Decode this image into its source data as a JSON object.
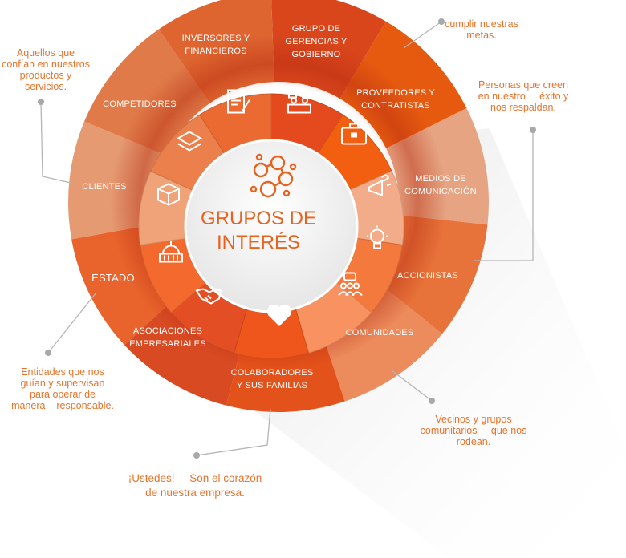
{
  "center": {
    "line1": "GRUPOS DE",
    "line2": "INTERÉS",
    "icon": "network-people-icon"
  },
  "segments": [
    {
      "id": "grupo-gerencias",
      "lines": [
        "GRUPO DE",
        "GERENCIAS Y",
        "GOBIERNO"
      ],
      "icon": "meeting-icon",
      "color": "#d9461c"
    },
    {
      "id": "proveedores",
      "lines": [
        "PROVEEDORES Y",
        "CONTRATISTAS"
      ],
      "icon": "briefcase-icon",
      "color": "#e65a10"
    },
    {
      "id": "medios",
      "lines": [
        "MEDIOS DE",
        "COMUNICACIÓN"
      ],
      "icon": "megaphone-icon",
      "color": "#e6a482"
    },
    {
      "id": "accionistas",
      "lines": [
        "ACCIONISTAS"
      ],
      "icon": "lightbulb-icon",
      "color": "#e8733a"
    },
    {
      "id": "comunidades",
      "lines": [
        "COMUNIDADES"
      ],
      "icon": "community-icon",
      "color": "#ec8b5c"
    },
    {
      "id": "colaboradores",
      "lines": [
        "COLABORADORES",
        "Y SUS FAMILIAS"
      ],
      "icon": "heart-icon",
      "color": "#e3521a"
    },
    {
      "id": "asociaciones",
      "lines": [
        "ASOCIACIONES",
        "EMPRESARIALES"
      ],
      "icon": "handshake-icon",
      "color": "#d84a22"
    },
    {
      "id": "estado",
      "lines": [
        "ESTADO"
      ],
      "icon": "capitol-icon",
      "color": "#e8642c"
    },
    {
      "id": "clientes",
      "lines": [
        "CLIENTES"
      ],
      "icon": "box-icon",
      "color": "#e59a72"
    },
    {
      "id": "competidores",
      "lines": [
        "COMPETIDORES"
      ],
      "icon": "layers-icon",
      "color": "#e07a48"
    },
    {
      "id": "inversores",
      "lines": [
        "INVERSORES Y",
        "FINANCIEROS"
      ],
      "icon": "document-icon",
      "color": "#df6530"
    }
  ],
  "notes": {
    "clientes": "Aquellos que\nconfían en nuestros\nproductos y\nservicios.",
    "grupo": "cumplir nuestras\nmetas.",
    "accionistas": "Personas que creen\nen nuestro     éxito y\nnos respaldan.",
    "estado": "Entidades que nos\nguían y supervisan\npara operar de\nmanera    responsable.",
    "comunidades": "Vecinos y grupos\ncomunitarios     que nos\nrodean.",
    "colaboradores": "¡Ustedes!     Son el corazón\nde nuestra empresa."
  },
  "colors": {
    "accent": "#e8621e",
    "note": "#e8732a",
    "line": "#b0b0b0"
  }
}
